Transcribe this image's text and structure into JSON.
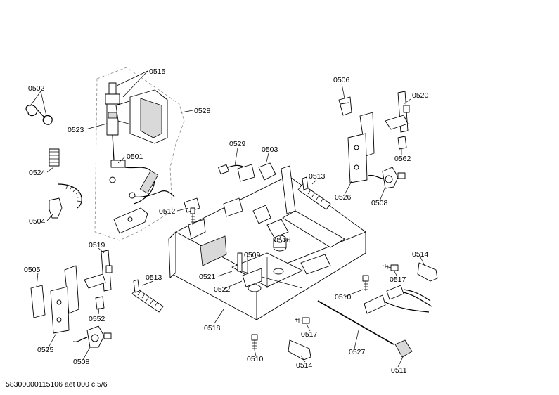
{
  "footer": {
    "drawing_id": "58300000115106 aet 000 c 5/6"
  },
  "labels": {
    "p0515": "0515",
    "p0502": "0502",
    "p0528": "0528",
    "p0523": "0523",
    "p0501": "0501",
    "p0524": "0524",
    "p0504": "0504",
    "p0512": "0512",
    "p0529": "0529",
    "p0503": "0503",
    "p0513a": "0513",
    "p0506": "0506",
    "p0520": "0520",
    "p0562": "0562",
    "p0526": "0526",
    "p0508a": "0508",
    "p0519": "0519",
    "p0505": "0505",
    "p0552": "0552",
    "p0525": "0525",
    "p0508b": "0508",
    "p0513b": "0513",
    "p0516": "0516",
    "p0509": "0509",
    "p0521": "0521",
    "p0522": "0522",
    "p0518": "0518",
    "p0514a": "0514",
    "p0517a": "0517",
    "p0510a": "0510",
    "p0517b": "0517",
    "p0510b": "0510",
    "p0514b": "0514",
    "p0527": "0527",
    "p0511": "0511"
  }
}
